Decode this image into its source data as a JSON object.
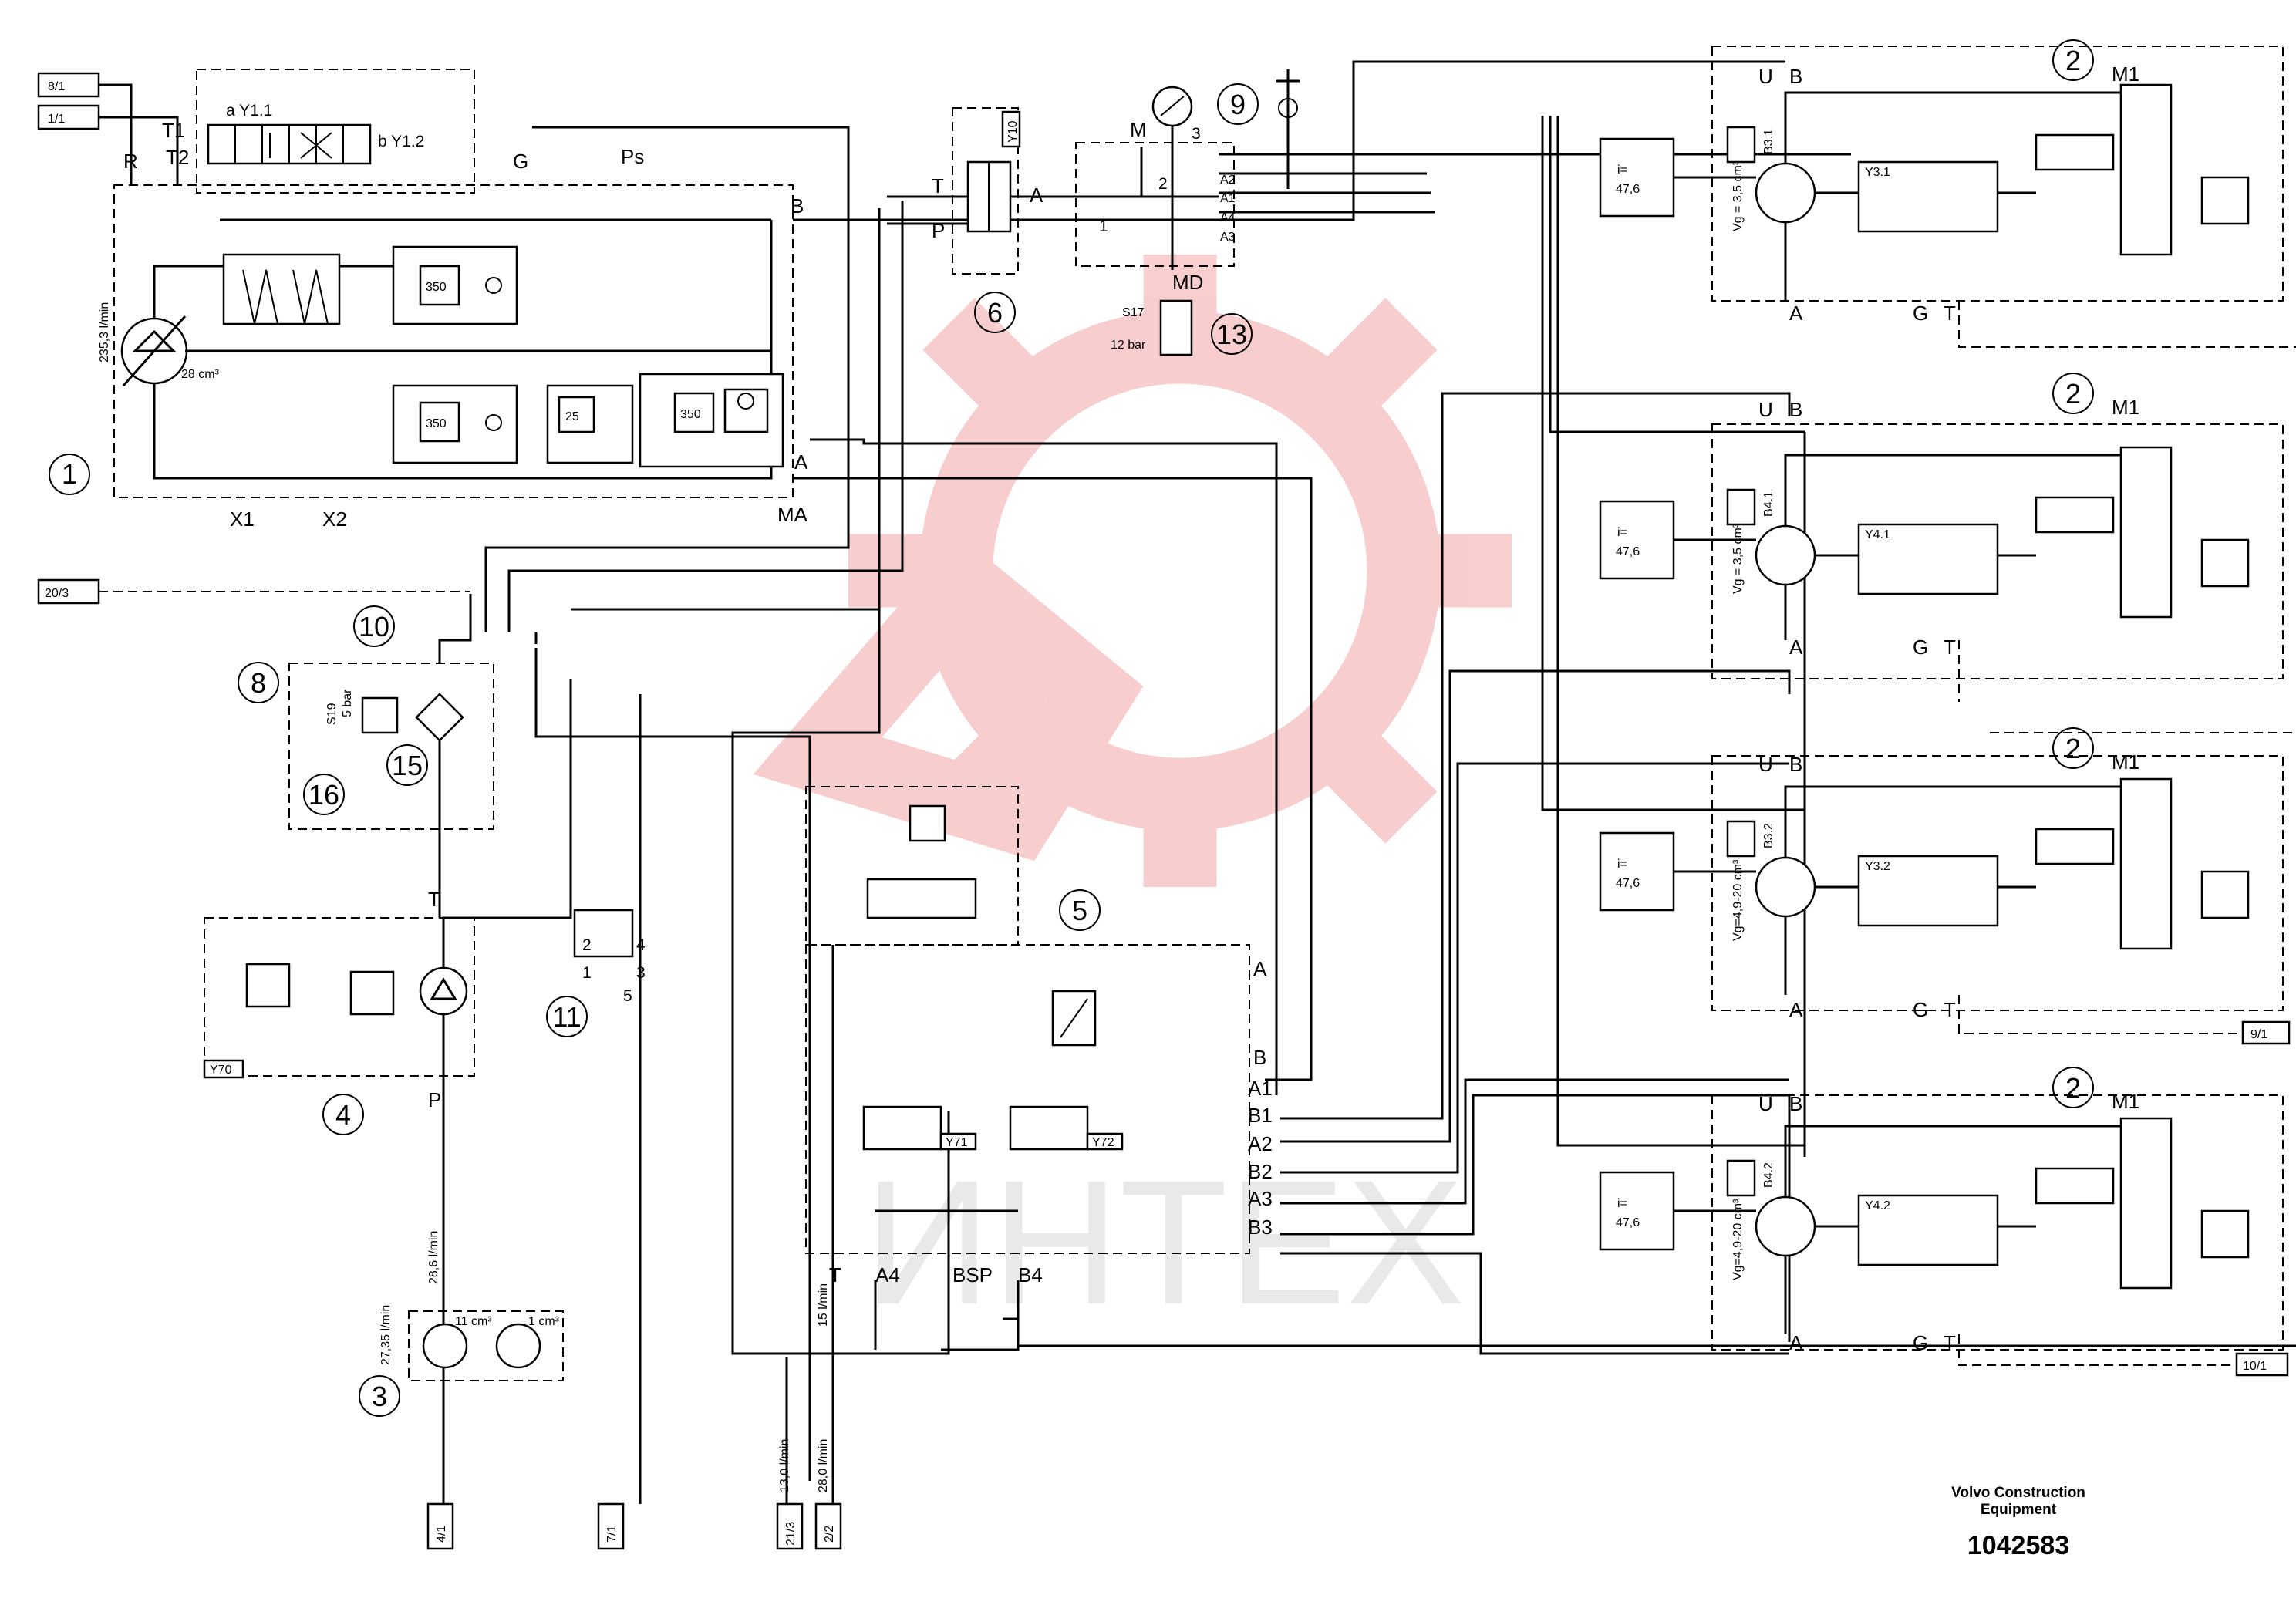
{
  "footer": {
    "brand_line1": "Volvo Construction",
    "brand_line2": "Equipment",
    "doc_number": "1042583"
  },
  "watermark": {
    "text": "ИНТЕХ",
    "color": "#f3a6a6"
  },
  "references": {
    "ref_8_1": "8/1",
    "ref_1_1": "1/1",
    "ref_20_3": "20/3",
    "ref_9_1": "9/1",
    "ref_10_1": "10/1",
    "ref_4_1": "4/1",
    "ref_7_1": "7/1",
    "ref_21_3": "21/3",
    "ref_2_2": "2/2"
  },
  "components": {
    "c1": "1",
    "c2a": "2",
    "c2b": "2",
    "c2c": "2",
    "c2d": "2",
    "c3": "3",
    "c4": "4",
    "c5": "5",
    "c6": "6",
    "c8": "8",
    "c9": "9",
    "c10": "10",
    "c11": "11",
    "c13": "13",
    "c15": "15",
    "c16": "16"
  },
  "pump1": {
    "R": "R",
    "T1": "T1",
    "T2": "T2",
    "G": "G",
    "Ps": "Ps",
    "B": "B",
    "A": "A",
    "X1": "X1",
    "X2": "X2",
    "MA": "MA",
    "Y11": "a Y1.1",
    "Y12": "b Y1.2",
    "flow": "235,3 l/min",
    "disp": "28 cm³",
    "v350a": "350",
    "v350b": "350",
    "v350c": "350",
    "v25": "25"
  },
  "valve6": {
    "T": "T",
    "P": "P",
    "A": "A",
    "Y10": "Y10"
  },
  "block9": {
    "M": "M",
    "MD": "MD",
    "p1": "1",
    "p2": "2",
    "p3": "3",
    "A2": "A2",
    "A1": "A1",
    "A4": "A4",
    "A3": "A3"
  },
  "switch13": {
    "S17": "S17",
    "bar": "12 bar"
  },
  "filter8": {
    "S19": "S19",
    "bar": "5 bar"
  },
  "pump4": {
    "T": "T",
    "P": "P",
    "Y70": "Y70"
  },
  "pump3": {
    "flow": "27,35 l/min",
    "d1": "11 cm³",
    "d2": "1 cm³",
    "line": "28,6 l/min"
  },
  "block11": {
    "p1": "1",
    "p2": "2",
    "p3": "3",
    "p4": "4",
    "p5": "5"
  },
  "valve5": {
    "A": "A",
    "B": "B",
    "A1": "A1",
    "B1": "B1",
    "A2": "A2",
    "B2": "B2",
    "A3": "A3",
    "B3": "B3",
    "T": "T",
    "A4": "A4",
    "BSP": "BSP",
    "B4": "B4",
    "Y71": "Y71",
    "Y72": "Y72",
    "flowT": "15 l/min",
    "flow1": "13,0 l/min",
    "flow2": "28,0 l/min"
  },
  "motors": [
    {
      "U": "U",
      "B": "B",
      "M1": "M1",
      "A": "A",
      "G": "G",
      "T": "T",
      "sensor": "B3.1",
      "valve": "Y3.1",
      "ratio": "i=\n47,6",
      "vg": "Vg = 3,5 cm³"
    },
    {
      "U": "U",
      "B": "B",
      "M1": "M1",
      "A": "A",
      "G": "G",
      "T": "T",
      "sensor": "B4.1",
      "valve": "Y4.1",
      "ratio": "i=\n47,6",
      "vg": "Vg = 3,5 cm³"
    },
    {
      "U": "U",
      "B": "B",
      "M1": "M1",
      "A": "A",
      "G": "G",
      "T": "T",
      "sensor": "B3.2",
      "valve": "Y3.2",
      "ratio": "i=\n47,6",
      "vg": "Vg=4,9-20 cm³"
    },
    {
      "U": "U",
      "B": "B",
      "M1": "M1",
      "A": "A",
      "G": "G",
      "T": "T",
      "sensor": "B4.2",
      "valve": "Y4.2",
      "ratio": "i=\n47,6",
      "vg": "Vg=4,9-20 cm³"
    }
  ]
}
